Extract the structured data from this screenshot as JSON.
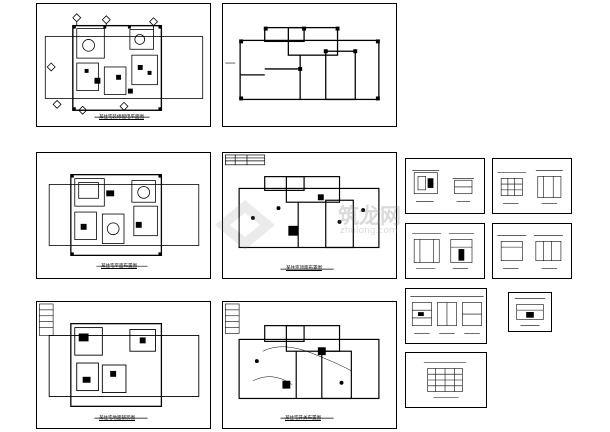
{
  "sheets": [
    {
      "caption": "某住宅装修配电平面图"
    },
    {
      "caption": ""
    },
    {
      "caption": "某住宅平面布置图"
    },
    {
      "caption": "某住宅顶面布置图"
    },
    {
      "caption": "某住宅地面铺装图"
    },
    {
      "caption": "某住宅开关布置图"
    }
  ],
  "watermark": {
    "brand": "筑龙网",
    "url": "zhulong.com"
  }
}
